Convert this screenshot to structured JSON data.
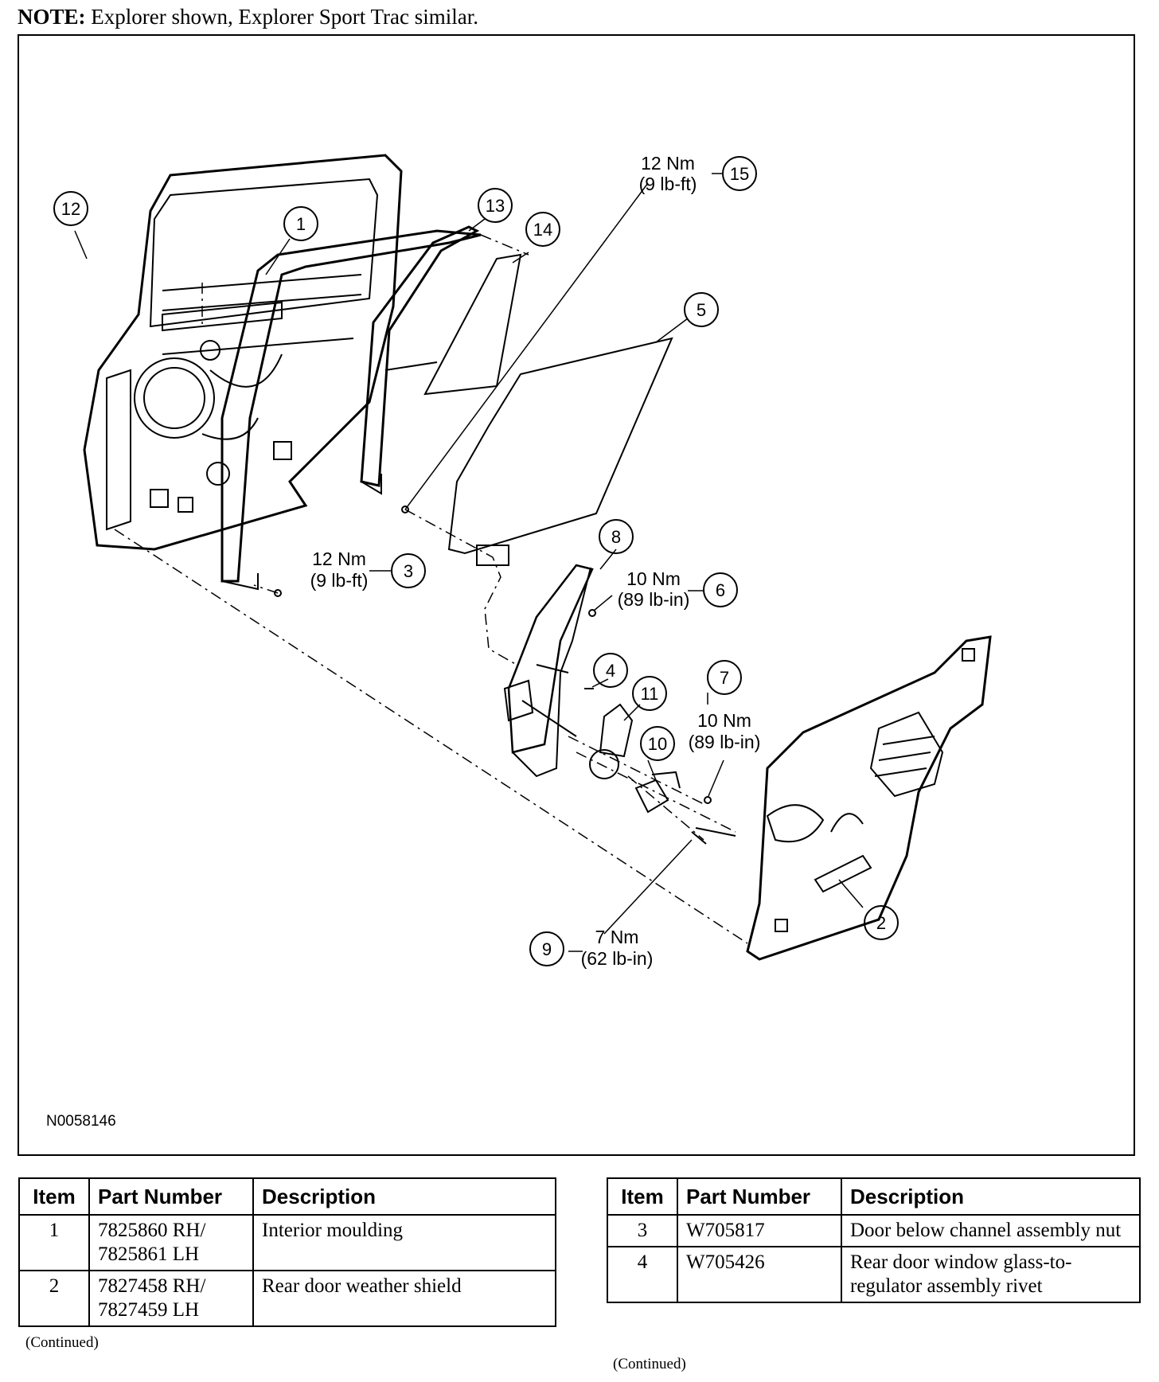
{
  "note": {
    "label": "NOTE:",
    "text": "Explorer shown, Explorer Sport Trac similar."
  },
  "figure": {
    "id": "N0058146",
    "callouts": [
      {
        "num": "1"
      },
      {
        "num": "2"
      },
      {
        "num": "3"
      },
      {
        "num": "4"
      },
      {
        "num": "5"
      },
      {
        "num": "6"
      },
      {
        "num": "7"
      },
      {
        "num": "8"
      },
      {
        "num": "9"
      },
      {
        "num": "10"
      },
      {
        "num": "11"
      },
      {
        "num": "12"
      },
      {
        "num": "13"
      },
      {
        "num": "14"
      },
      {
        "num": "15"
      }
    ],
    "torques": {
      "t15": {
        "nm": "12 Nm",
        "imp": "(9 lb-ft)"
      },
      "t3": {
        "nm": "12 Nm",
        "imp": "(9 lb-ft)"
      },
      "t6": {
        "nm": "10 Nm",
        "imp": "(89 lb-in)"
      },
      "t7": {
        "nm": "10 Nm",
        "imp": "(89 lb-in)"
      },
      "t9": {
        "nm": "7 Nm",
        "imp": "(62 lb-in)"
      }
    }
  },
  "tables": {
    "headers": {
      "item": "Item",
      "part_number": "Part Number",
      "description": "Description"
    },
    "left": [
      {
        "item": "1",
        "pn": [
          "7825860 RH/",
          "7825861 LH"
        ],
        "desc": "Interior moulding"
      },
      {
        "item": "2",
        "pn": [
          "7827458 RH/",
          "7827459 LH"
        ],
        "desc": "Rear door weather shield"
      }
    ],
    "right": [
      {
        "item": "3",
        "pn": [
          "W705817"
        ],
        "desc": "Door below channel assembly nut"
      },
      {
        "item": "4",
        "pn": [
          "W705426"
        ],
        "desc": "Rear door window glass-to-regulator assembly rivet"
      }
    ],
    "continued": "(Continued)"
  }
}
